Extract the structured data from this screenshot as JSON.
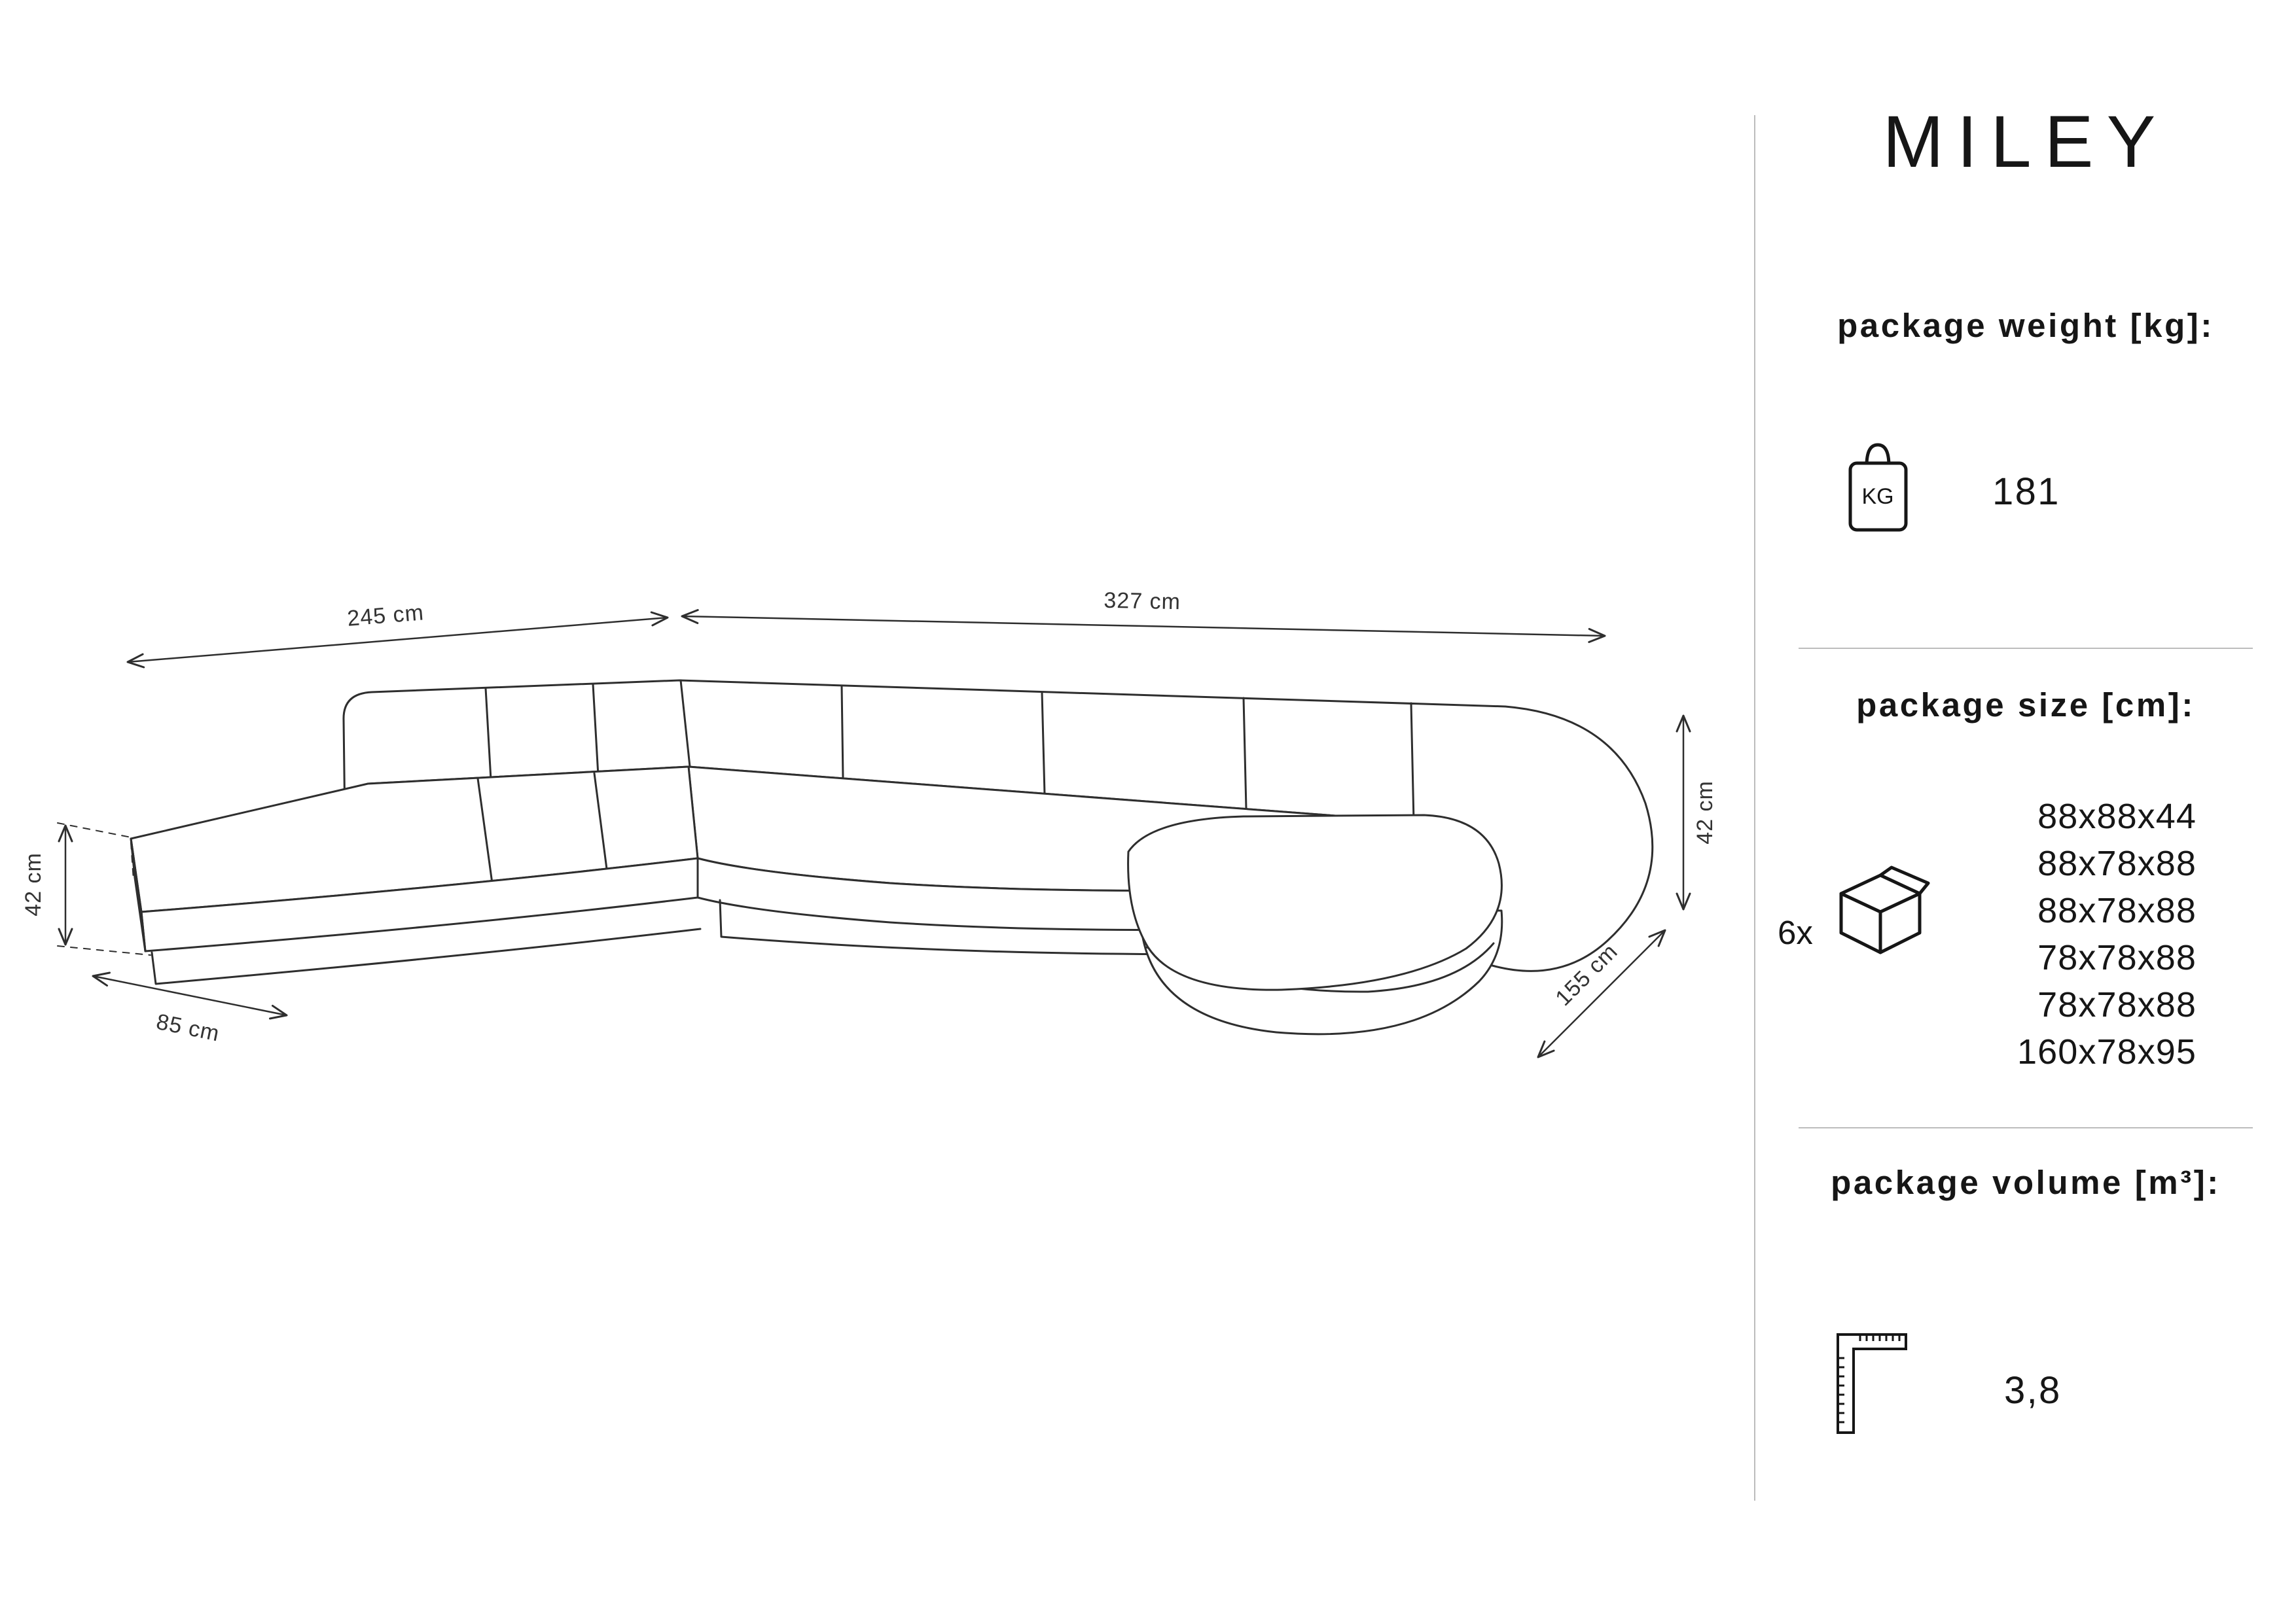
{
  "product": {
    "title": "MILEY"
  },
  "dimensions": {
    "width_left": "245 cm",
    "width_right": "327 cm",
    "height_right": "42 cm",
    "height_left": "42 cm",
    "depth_left": "85 cm",
    "depth_right": "155 cm"
  },
  "sidebar": {
    "weight": {
      "label": "package weight [kg]:",
      "icon": "kg-bag-icon",
      "icon_label": "KG",
      "value": "181"
    },
    "size": {
      "label": "package size [cm]:",
      "icon": "package-box-icon",
      "multiplier": "6x",
      "values": [
        "88x88x44",
        "88x78x88",
        "88x78x88",
        "78x78x88",
        "78x78x88",
        "160x78x95"
      ]
    },
    "volume": {
      "label": "package volume [m³]:",
      "icon": "ruler-icon",
      "value": "3,8"
    }
  },
  "colors": {
    "line": "#2e2e2e",
    "divider": "#bcbcbc",
    "text": "#161616"
  }
}
